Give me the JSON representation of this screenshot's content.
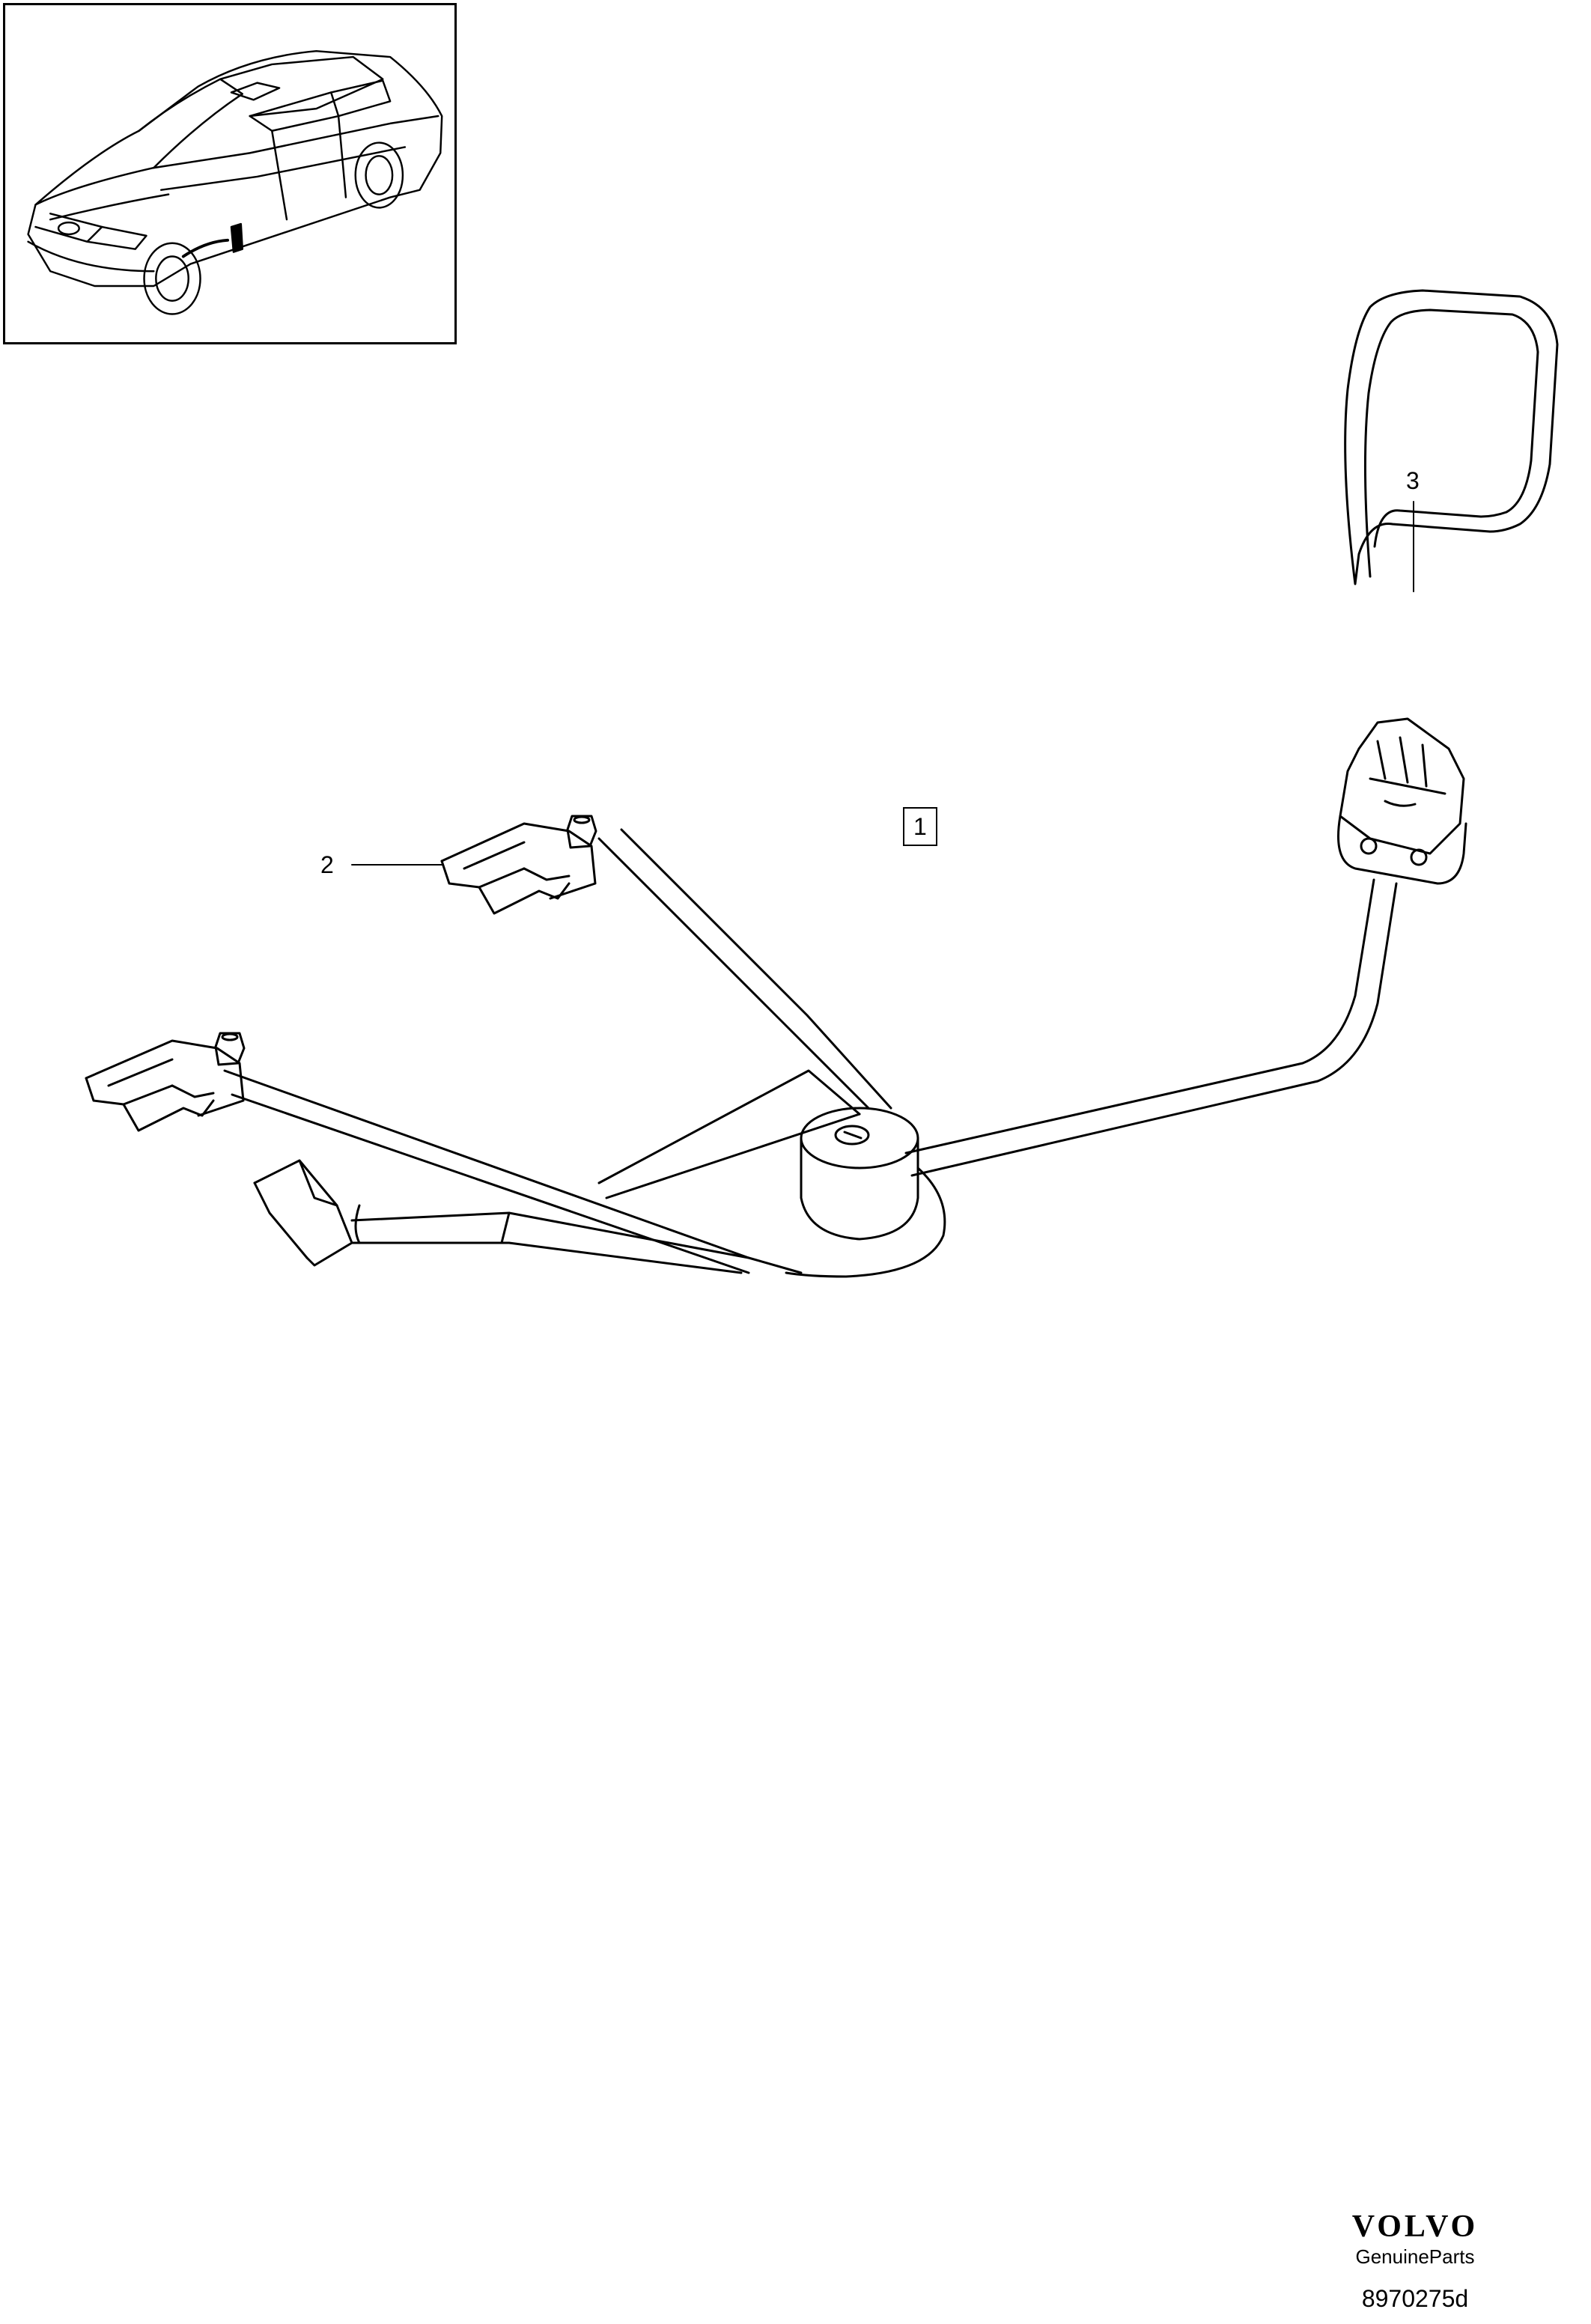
{
  "callouts": {
    "part_1": "1",
    "part_2": "2",
    "part_3": "3"
  },
  "brand": {
    "logo": "VOLVO",
    "subtitle": "GenuineParts"
  },
  "drawing_number": "8970275d",
  "colors": {
    "line": "#000000",
    "background": "#ffffff"
  }
}
